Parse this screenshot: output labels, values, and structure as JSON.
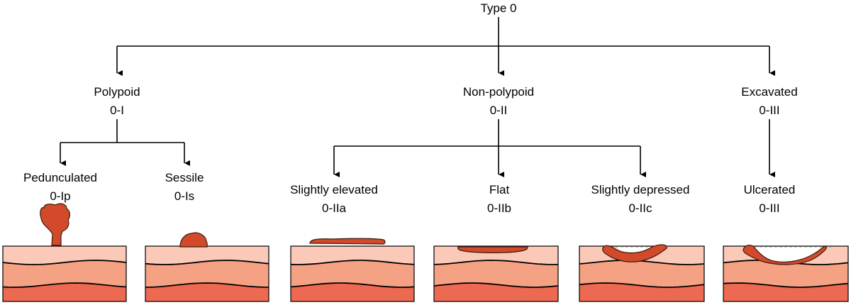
{
  "root": {
    "label": "Type 0"
  },
  "categories": [
    {
      "name": "Polypoid",
      "code": "0-I"
    },
    {
      "name": "Non-polypoid",
      "code": "0-II"
    },
    {
      "name": "Excavated",
      "code": "0-III"
    }
  ],
  "subtypes": [
    {
      "name": "Pedunculated",
      "code": "0-Ip"
    },
    {
      "name": "Sessile",
      "code": "0-Is"
    },
    {
      "name": "Slightly elevated",
      "code": "0-IIa"
    },
    {
      "name": "Flat",
      "code": "0-IIb"
    },
    {
      "name": "Slightly depressed",
      "code": "0-IIc"
    },
    {
      "name": "Ulcerated",
      "code": "0-III"
    }
  ],
  "colors": {
    "layer_top": "#fbc9b8",
    "layer_mid": "#f5a184",
    "layer_bottom": "#ec6a52",
    "lesion": "#d24a2a"
  }
}
